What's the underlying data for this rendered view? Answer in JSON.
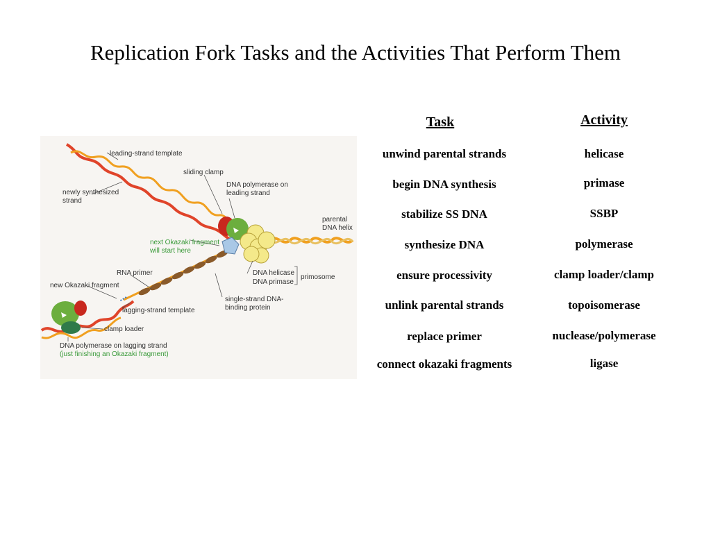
{
  "title": "Replication Fork Tasks and the Activities That Perform Them",
  "table": {
    "task_header": "Task",
    "activity_header": "Activity",
    "rows": [
      {
        "task": "unwind parental strands",
        "activity": "helicase"
      },
      {
        "task": "begin DNA synthesis",
        "activity": "primase"
      },
      {
        "task": "stabilize SS DNA",
        "activity": "SSBP"
      },
      {
        "task": "synthesize DNA",
        "activity": "polymerase"
      },
      {
        "task": "ensure processivity",
        "activity": "clamp loader/clamp"
      },
      {
        "task": "unlink parental strands",
        "activity": "topoisomerase"
      },
      {
        "task": "replace primer",
        "activity": "nuclease/polymerase"
      },
      {
        "task": "connect okazaki fragments",
        "activity": "ligase"
      }
    ]
  },
  "figure": {
    "labels": {
      "leading_strand_template": "leading-strand template",
      "sliding_clamp": "sliding clamp",
      "newly_synthesized_line1": "newly synthesized",
      "newly_synthesized_line2": "strand",
      "dna_pol_leading_line1": "DNA polymerase on",
      "dna_pol_leading_line2": "leading strand",
      "parental_line1": "parental",
      "parental_line2": "DNA helix",
      "next_okazaki_line1": "next Okazaki fragment",
      "next_okazaki_line2": "will start here",
      "rna_primer": "RNA primer",
      "new_okazaki": "new Okazaki fragment",
      "dna_helicase": "DNA helicase",
      "dna_primase": "DNA primase",
      "primosome": "primosome",
      "lagging_strand_template": "lagging-strand template",
      "ssb_line1": "single-strand DNA-",
      "ssb_line2": "binding protein",
      "clamp_loader": "clamp loader",
      "dna_pol_lagging": "DNA polymerase on lagging strand",
      "just_finishing": "(just finishing an Okazaki fragment)"
    },
    "colors": {
      "strand_red": "#e0442a",
      "strand_orange": "#f0a020",
      "polymerase_green": "#6cae3e",
      "clamp_red": "#c8281e",
      "helicase_yellow": "#f4e98a",
      "ssb_brown": "#8a5a2a",
      "primase_blue": "#a9c8e6",
      "label_green": "#3a9a3a"
    }
  }
}
